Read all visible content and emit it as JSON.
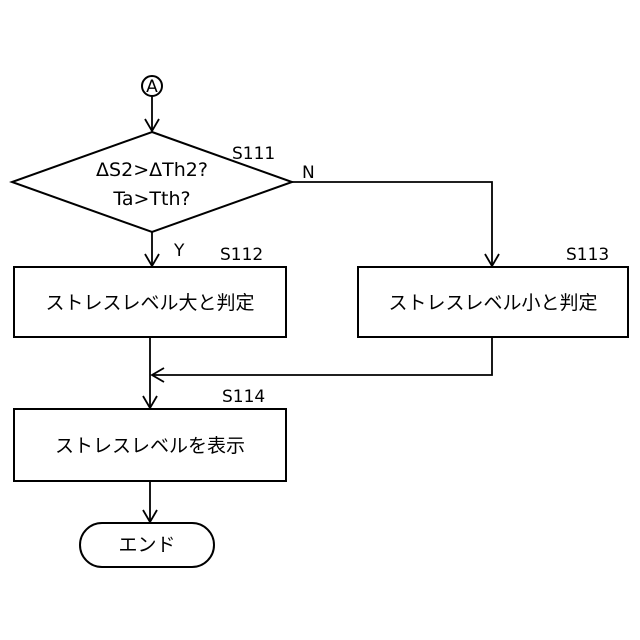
{
  "connector": {
    "label": "A"
  },
  "decision": {
    "step": "S111",
    "line1": "ΔS2>ΔTh2?",
    "line2": "Ta>Tth?",
    "yes_label": "Y",
    "no_label": "N"
  },
  "process_high": {
    "step": "S112",
    "label": "ストレスレベル大と判定"
  },
  "process_low": {
    "step": "S113",
    "label": "ストレスレベル小と判定"
  },
  "process_display": {
    "step": "S114",
    "label": "ストレスレベルを表示"
  },
  "terminal": {
    "label": "エンド"
  }
}
